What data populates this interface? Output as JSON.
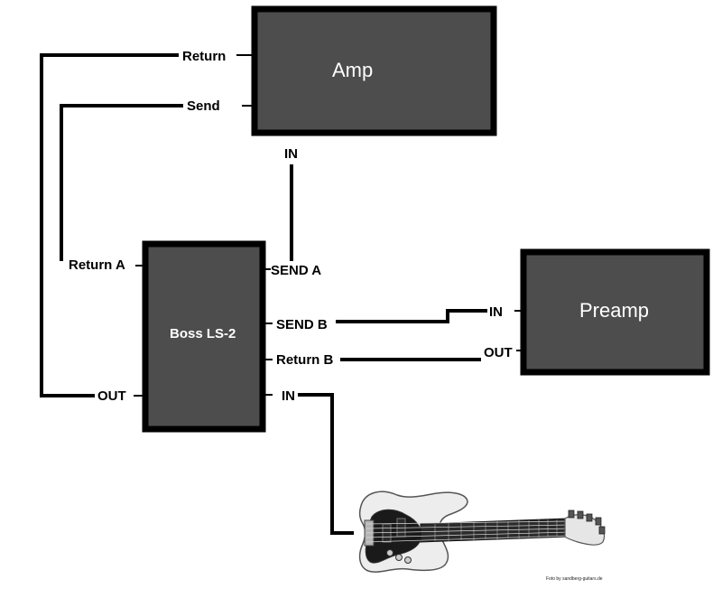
{
  "devices": {
    "amp": {
      "label": "Amp",
      "ports": {
        "return": "Return",
        "send": "Send",
        "in": "IN"
      }
    },
    "boss": {
      "label": "Boss LS-2",
      "ports": {
        "return_a": "Return A",
        "out": "OUT",
        "send_a": "SEND A",
        "send_b": "SEND B",
        "return_b": "Return B",
        "in": "IN"
      }
    },
    "preamp": {
      "label": "Preamp",
      "ports": {
        "in": "IN",
        "out": "OUT"
      }
    }
  },
  "photo_credit": "Foto by sandberg-guitars.de",
  "colors": {
    "box_fill": "#4d4d4d",
    "box_border": "#000000",
    "wire": "#000000",
    "background": "#ffffff"
  }
}
